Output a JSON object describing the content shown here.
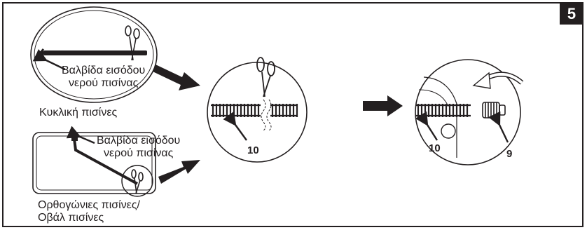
{
  "step_number": "5",
  "labels": {
    "round_inlet": "Βαλβίδα εισόδου\nνερού πισίνας",
    "round_pool": "Κυκλική πισίνες",
    "rect_inlet": "Βαλβίδα εισόδου\nνερού πισίνας",
    "rect_pool": "Ορθογώνιες πισίνες/\nΟβάλ πισίνες"
  },
  "callouts": {
    "hose_cut": "10",
    "hose_mount": "10",
    "connector": "9"
  },
  "colors": {
    "ink": "#231f20",
    "background": "#ffffff"
  }
}
